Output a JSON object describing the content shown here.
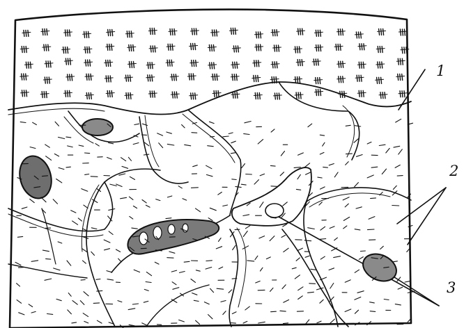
{
  "figure": {
    "labels": [
      {
        "id": "1",
        "text": "1"
      },
      {
        "id": "2",
        "text": "2"
      },
      {
        "id": "3",
        "text": "3"
      }
    ],
    "colors": {
      "ink": "#111111",
      "paper": "#ffffff",
      "nucleus_fill": "#8a8a8a"
    }
  }
}
